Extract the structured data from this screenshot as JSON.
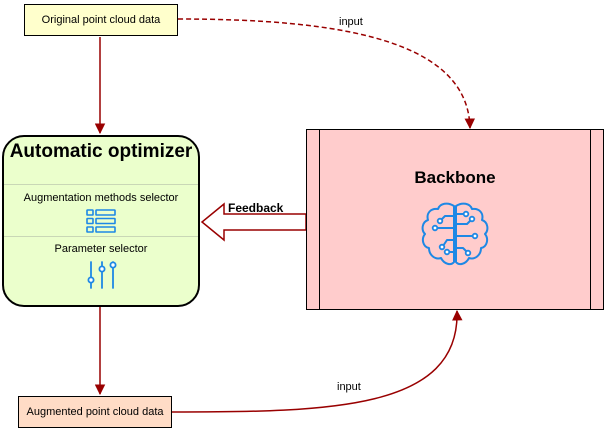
{
  "nodes": {
    "original": "Original point cloud data",
    "augmented": "Augmented point cloud data",
    "optimizer": {
      "title": "Automatic optimizer",
      "selector_1": "Augmentation methods selector",
      "selector_2": "Parameter selector"
    },
    "backbone": "Backbone"
  },
  "edges": {
    "feedback": "Feedback",
    "input_top": "input",
    "input_bottom": "input"
  },
  "icons": {
    "selector_1": "list-icon",
    "selector_2": "sliders-icon",
    "backbone": "brain-circuit-icon"
  },
  "colors": {
    "arrow": "#990000",
    "icon": "#1e88e5",
    "original_fill": "#ffffcc",
    "augmented_fill": "#ffdcc6",
    "optimizer_fill": "#ebffcc",
    "backbone_fill": "#ffcccc"
  }
}
